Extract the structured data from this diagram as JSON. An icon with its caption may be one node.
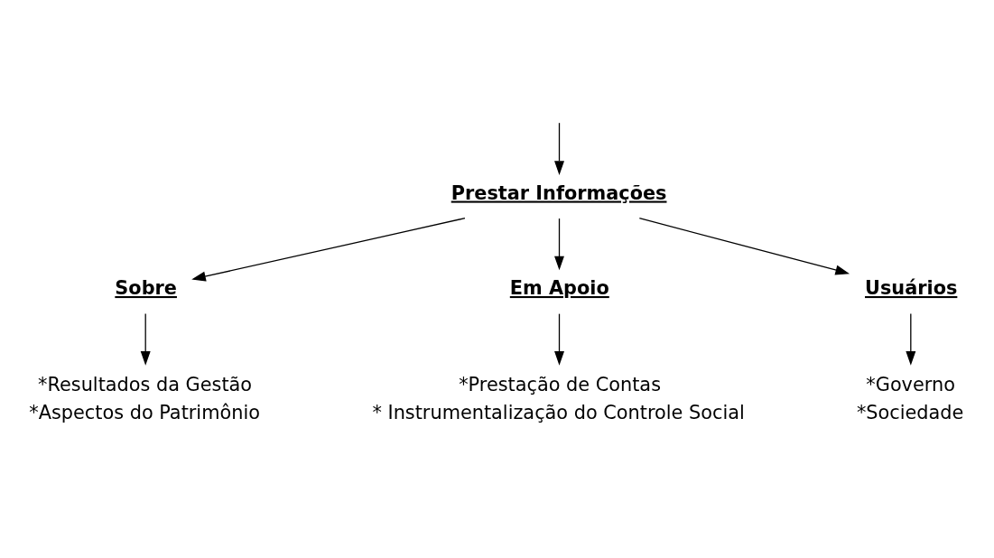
{
  "diagram": {
    "nodes": [
      {
        "text": [
          "Prestar Informações"
        ]
      },
      {
        "text": [
          "Sobre"
        ]
      },
      {
        "text": [
          "Em Apoio"
        ]
      },
      {
        "text": [
          "Usuários"
        ]
      },
      {
        "text": [
          "*Resultados da Gestão",
          "*Aspectos do Patrimônio"
        ]
      },
      {
        "text": [
          "*Prestação de Contas",
          "* Instrumentalização do Controle Social"
        ]
      },
      {
        "text": [
          "*Governo",
          "*Sociedade"
        ]
      }
    ],
    "edges": [
      {
        "from": null,
        "to": 0,
        "arrow": "to"
      },
      {
        "from": 0,
        "to": 1,
        "arrow": "to"
      },
      {
        "from": 0,
        "to": 2,
        "arrow": "to"
      },
      {
        "from": 0,
        "to": 3,
        "arrow": "to"
      },
      {
        "from": 1,
        "to": 4,
        "arrow": "to"
      },
      {
        "from": 2,
        "to": 5,
        "arrow": "to"
      },
      {
        "from": 3,
        "to": 6,
        "arrow": "to"
      }
    ]
  }
}
